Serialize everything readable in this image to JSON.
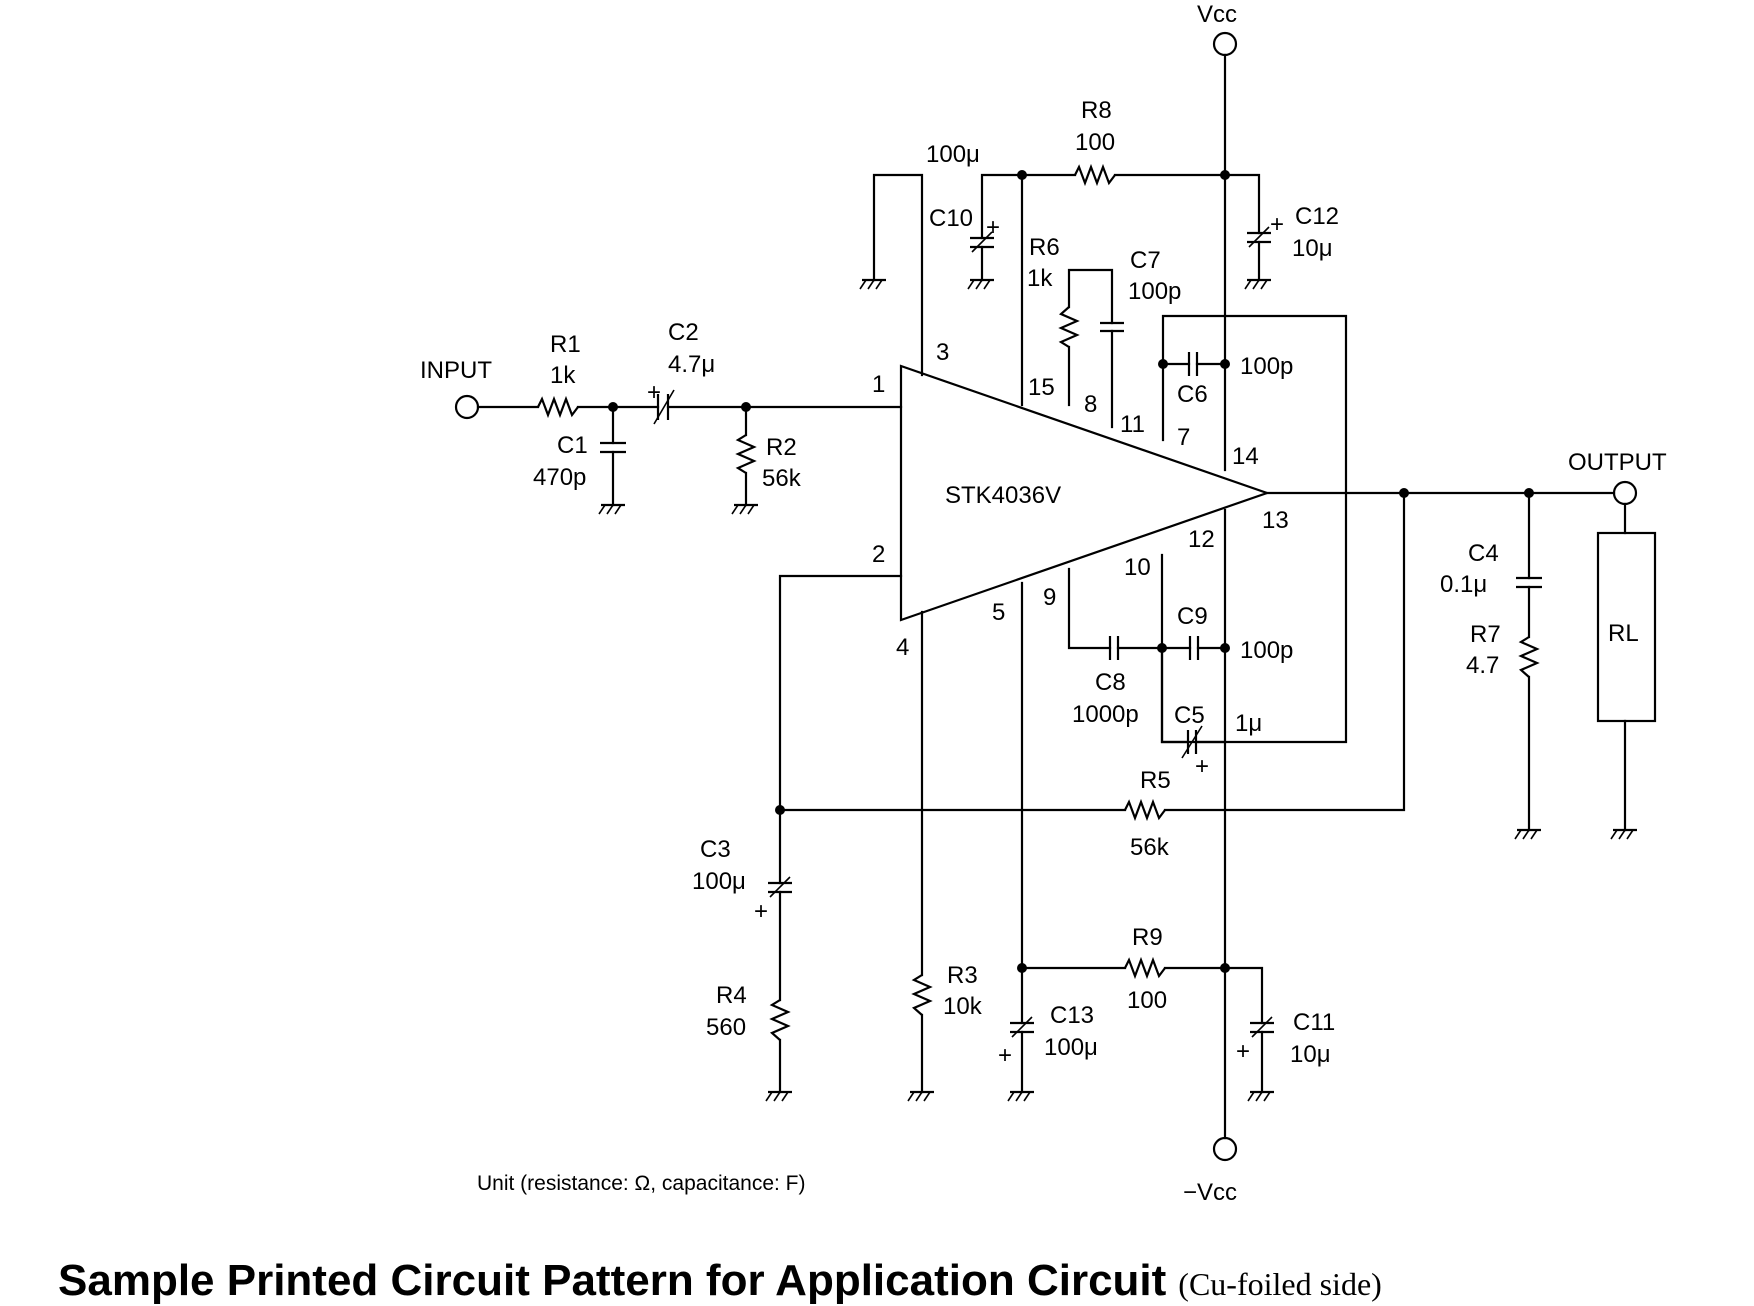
{
  "ic": {
    "name": "STK4036V"
  },
  "terminals": {
    "input": "INPUT",
    "output": "OUTPUT",
    "vcc": "Vcc",
    "neg_vcc": "−Vcc",
    "load": "RL"
  },
  "pins": [
    "1",
    "2",
    "3",
    "4",
    "5",
    "7",
    "8",
    "9",
    "10",
    "11",
    "12",
    "13",
    "14",
    "15"
  ],
  "components": {
    "R1": {
      "name": "R1",
      "value": "1k"
    },
    "R2": {
      "name": "R2",
      "value": "56k"
    },
    "R3": {
      "name": "R3",
      "value": "10k"
    },
    "R4": {
      "name": "R4",
      "value": "560"
    },
    "R5": {
      "name": "R5",
      "value": "56k"
    },
    "R6": {
      "name": "R6",
      "value": "1k"
    },
    "R7": {
      "name": "R7",
      "value": "4.7"
    },
    "R8": {
      "name": "R8",
      "value": "100"
    },
    "R9": {
      "name": "R9",
      "value": "100"
    },
    "C1": {
      "name": "C1",
      "value": "470p"
    },
    "C2": {
      "name": "C2",
      "value": "4.7μ"
    },
    "C3": {
      "name": "C3",
      "value": "100μ"
    },
    "C4": {
      "name": "C4",
      "value": "0.1μ"
    },
    "C5": {
      "name": "C5",
      "value": "1μ"
    },
    "C6": {
      "name": "C6",
      "value": "100p"
    },
    "C7": {
      "name": "C7",
      "value": "100p"
    },
    "C8": {
      "name": "C8",
      "value": "1000p"
    },
    "C9": {
      "name": "C9",
      "value": "100p"
    },
    "C10": {
      "name": "C10",
      "value": "100μ"
    },
    "C11": {
      "name": "C11",
      "value": "10μ"
    },
    "C12": {
      "name": "C12",
      "value": "10μ"
    },
    "C13": {
      "name": "C13",
      "value": "100μ"
    }
  },
  "polarity_mark": "+",
  "unit_note": "Unit (resistance: Ω, capacitance: F)",
  "section_title": {
    "main": "Sample Printed Circuit Pattern for Application Circuit",
    "sub": "(Cu-foiled side)"
  }
}
